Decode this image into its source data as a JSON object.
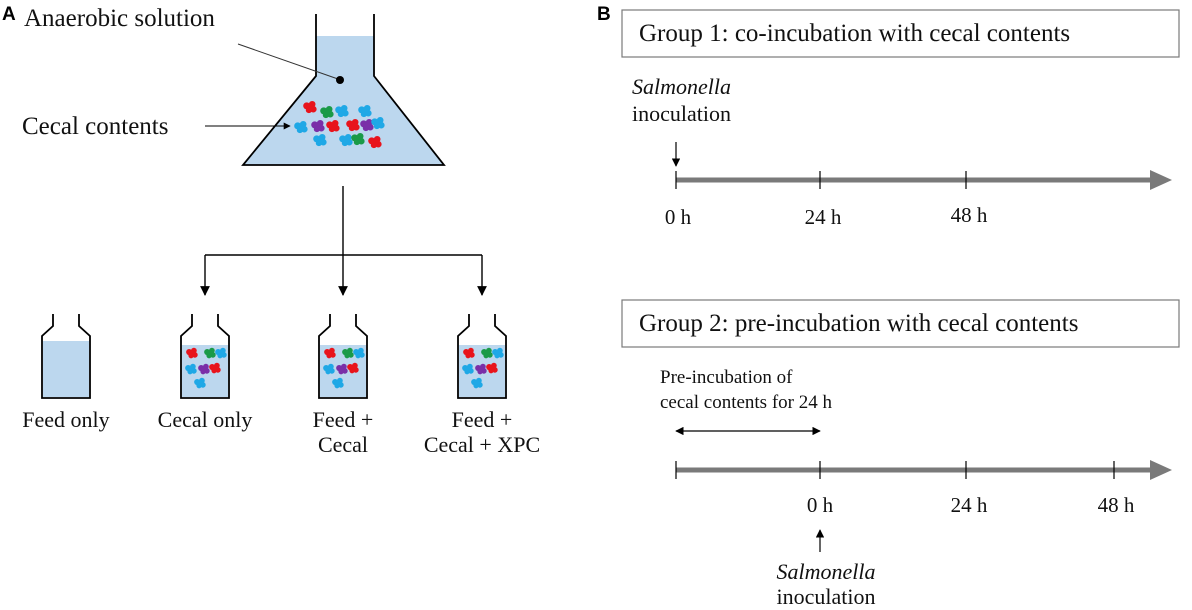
{
  "panel_a": {
    "letter": "A",
    "flask_label": "Anaerobic solution",
    "cecal_label": "Cecal contents",
    "bottles": [
      {
        "line1": "Feed only",
        "line2": "",
        "filled": true,
        "has_bacteria": false
      },
      {
        "line1": "Cecal only",
        "line2": "",
        "filled": true,
        "has_bacteria": true
      },
      {
        "line1": "Feed +",
        "line2": "Cecal",
        "filled": true,
        "has_bacteria": true
      },
      {
        "line1": "Feed +",
        "line2": "Cecal + XPC",
        "filled": true,
        "has_bacteria": true
      }
    ],
    "colors": {
      "liquid": "#bcd7ee",
      "outline": "#000000",
      "bacteria_red": "#e8141c",
      "bacteria_blue": "#1fa8e6",
      "bacteria_green": "#1a9a48",
      "bacteria_purple": "#7a2fa8"
    }
  },
  "panel_b": {
    "letter": "B",
    "group1": {
      "title": "Group 1: co-incubation with cecal contents",
      "inoculation_italic": "Salmonella",
      "inoculation_text": "inoculation",
      "ticks": [
        "0 h",
        "24 h",
        "48 h"
      ]
    },
    "group2": {
      "title": "Group 2: pre-incubation with cecal contents",
      "preinc_line1": "Pre-incubation of",
      "preinc_line2": "cecal contents for 24 h",
      "ticks": [
        "0 h",
        "24 h",
        "48 h"
      ],
      "inoculation_italic": "Salmonella",
      "inoculation_text": "inoculation"
    },
    "colors": {
      "timeline": "#7a7a7a",
      "box_border": "#7a7a7a"
    }
  }
}
